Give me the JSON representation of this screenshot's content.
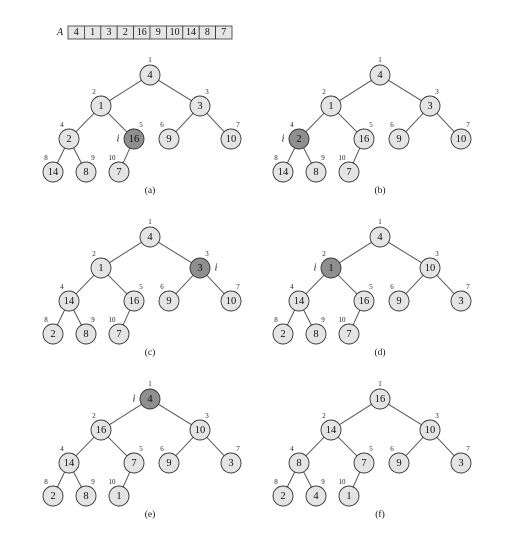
{
  "array": {
    "label": "A",
    "values": [
      "4",
      "1",
      "3",
      "2",
      "16",
      "9",
      "10",
      "14",
      "8",
      "7"
    ]
  },
  "pointer_label": "i",
  "panels": [
    {
      "caption": "(a)",
      "nodes": [
        {
          "index": "1",
          "value": "4"
        },
        {
          "index": "2",
          "value": "1"
        },
        {
          "index": "3",
          "value": "3"
        },
        {
          "index": "4",
          "value": "2"
        },
        {
          "index": "5",
          "value": "16",
          "highlight": true,
          "pointer": true
        },
        {
          "index": "6",
          "value": "9"
        },
        {
          "index": "7",
          "value": "10"
        },
        {
          "index": "8",
          "value": "14"
        },
        {
          "index": "9",
          "value": "8"
        },
        {
          "index": "10",
          "value": "7"
        }
      ]
    },
    {
      "caption": "(b)",
      "nodes": [
        {
          "index": "1",
          "value": "4"
        },
        {
          "index": "2",
          "value": "1"
        },
        {
          "index": "3",
          "value": "3"
        },
        {
          "index": "4",
          "value": "2",
          "highlight": true,
          "pointer": true
        },
        {
          "index": "5",
          "value": "16"
        },
        {
          "index": "6",
          "value": "9"
        },
        {
          "index": "7",
          "value": "10"
        },
        {
          "index": "8",
          "value": "14"
        },
        {
          "index": "9",
          "value": "8"
        },
        {
          "index": "10",
          "value": "7"
        }
      ]
    },
    {
      "caption": "(c)",
      "nodes": [
        {
          "index": "1",
          "value": "4"
        },
        {
          "index": "2",
          "value": "1"
        },
        {
          "index": "3",
          "value": "3",
          "highlight": true,
          "pointer": true
        },
        {
          "index": "4",
          "value": "14"
        },
        {
          "index": "5",
          "value": "16"
        },
        {
          "index": "6",
          "value": "9"
        },
        {
          "index": "7",
          "value": "10"
        },
        {
          "index": "8",
          "value": "2"
        },
        {
          "index": "9",
          "value": "8"
        },
        {
          "index": "10",
          "value": "7"
        }
      ]
    },
    {
      "caption": "(d)",
      "nodes": [
        {
          "index": "1",
          "value": "4"
        },
        {
          "index": "2",
          "value": "1",
          "highlight": true,
          "pointer": true
        },
        {
          "index": "3",
          "value": "10"
        },
        {
          "index": "4",
          "value": "14"
        },
        {
          "index": "5",
          "value": "16"
        },
        {
          "index": "6",
          "value": "9"
        },
        {
          "index": "7",
          "value": "3"
        },
        {
          "index": "8",
          "value": "2"
        },
        {
          "index": "9",
          "value": "8"
        },
        {
          "index": "10",
          "value": "7"
        }
      ]
    },
    {
      "caption": "(e)",
      "nodes": [
        {
          "index": "1",
          "value": "4",
          "highlight": true,
          "pointer": true
        },
        {
          "index": "2",
          "value": "16"
        },
        {
          "index": "3",
          "value": "10"
        },
        {
          "index": "4",
          "value": "14"
        },
        {
          "index": "5",
          "value": "7"
        },
        {
          "index": "6",
          "value": "9"
        },
        {
          "index": "7",
          "value": "3"
        },
        {
          "index": "8",
          "value": "2"
        },
        {
          "index": "9",
          "value": "8"
        },
        {
          "index": "10",
          "value": "1"
        }
      ]
    },
    {
      "caption": "(f)",
      "nodes": [
        {
          "index": "1",
          "value": "16"
        },
        {
          "index": "2",
          "value": "14"
        },
        {
          "index": "3",
          "value": "10"
        },
        {
          "index": "4",
          "value": "8"
        },
        {
          "index": "5",
          "value": "7"
        },
        {
          "index": "6",
          "value": "9"
        },
        {
          "index": "7",
          "value": "3"
        },
        {
          "index": "8",
          "value": "2"
        },
        {
          "index": "9",
          "value": "4"
        },
        {
          "index": "10",
          "value": "1"
        }
      ]
    }
  ]
}
